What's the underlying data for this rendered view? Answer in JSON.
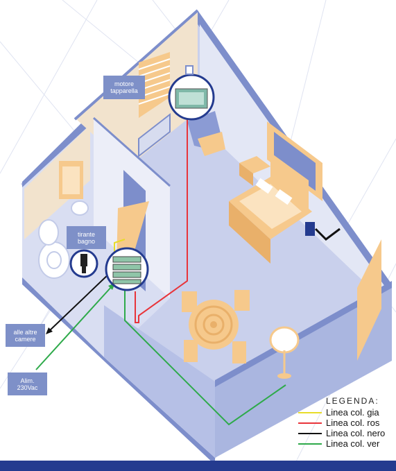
{
  "callouts": {
    "motore": [
      "motore",
      "tapparella"
    ],
    "tirante": [
      "tirante",
      "bagno"
    ],
    "camere": [
      "alle altre",
      "camere"
    ],
    "alim": [
      "Alim.",
      "230Vac"
    ]
  },
  "legend": {
    "title": "LEGENDA:",
    "items": [
      {
        "label": "Linea col. gia",
        "color": "#e8dc2a"
      },
      {
        "label": "Linea col. ros",
        "color": "#e8343a"
      },
      {
        "label": "Linea col. nero",
        "color": "#111111"
      },
      {
        "label": "Linea col. ver",
        "color": "#2eaa4a"
      }
    ]
  },
  "colors": {
    "wall": "#7d8ecb",
    "floor": "#aab6e0",
    "furniture": "#f6c98c",
    "accent": "#243b8f"
  }
}
